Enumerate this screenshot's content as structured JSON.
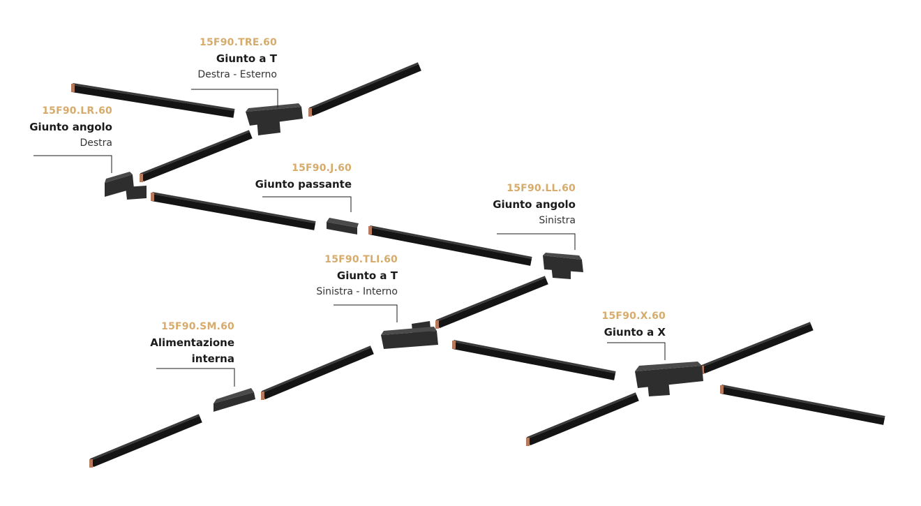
{
  "colors": {
    "code": "#d6ab6b",
    "rail": "#141414",
    "rail_top": "#3a3a3a",
    "connector": "#2e2e2e",
    "connector_top": "#4a4a4a",
    "contact": "#b87a5c"
  },
  "labels": {
    "tre": {
      "code": "15F90.TRE.60",
      "name": "Giunto a T",
      "sub": "Destra - Esterno"
    },
    "lr": {
      "code": "15F90.LR.60",
      "name": "Giunto angolo",
      "sub": "Destra"
    },
    "j": {
      "code": "15F90.J.60",
      "name": "Giunto passante"
    },
    "ll": {
      "code": "15F90.LL.60",
      "name": "Giunto angolo",
      "sub": "Sinistra"
    },
    "tli": {
      "code": "15F90.TLI.60",
      "name": "Giunto a T",
      "sub": "Sinistra - Interno"
    },
    "sm": {
      "code": "15F90.SM.60",
      "name": "Alimentazione",
      "name2": "interna"
    },
    "x": {
      "code": "15F90.X.60",
      "name": "Giunto a X"
    }
  }
}
